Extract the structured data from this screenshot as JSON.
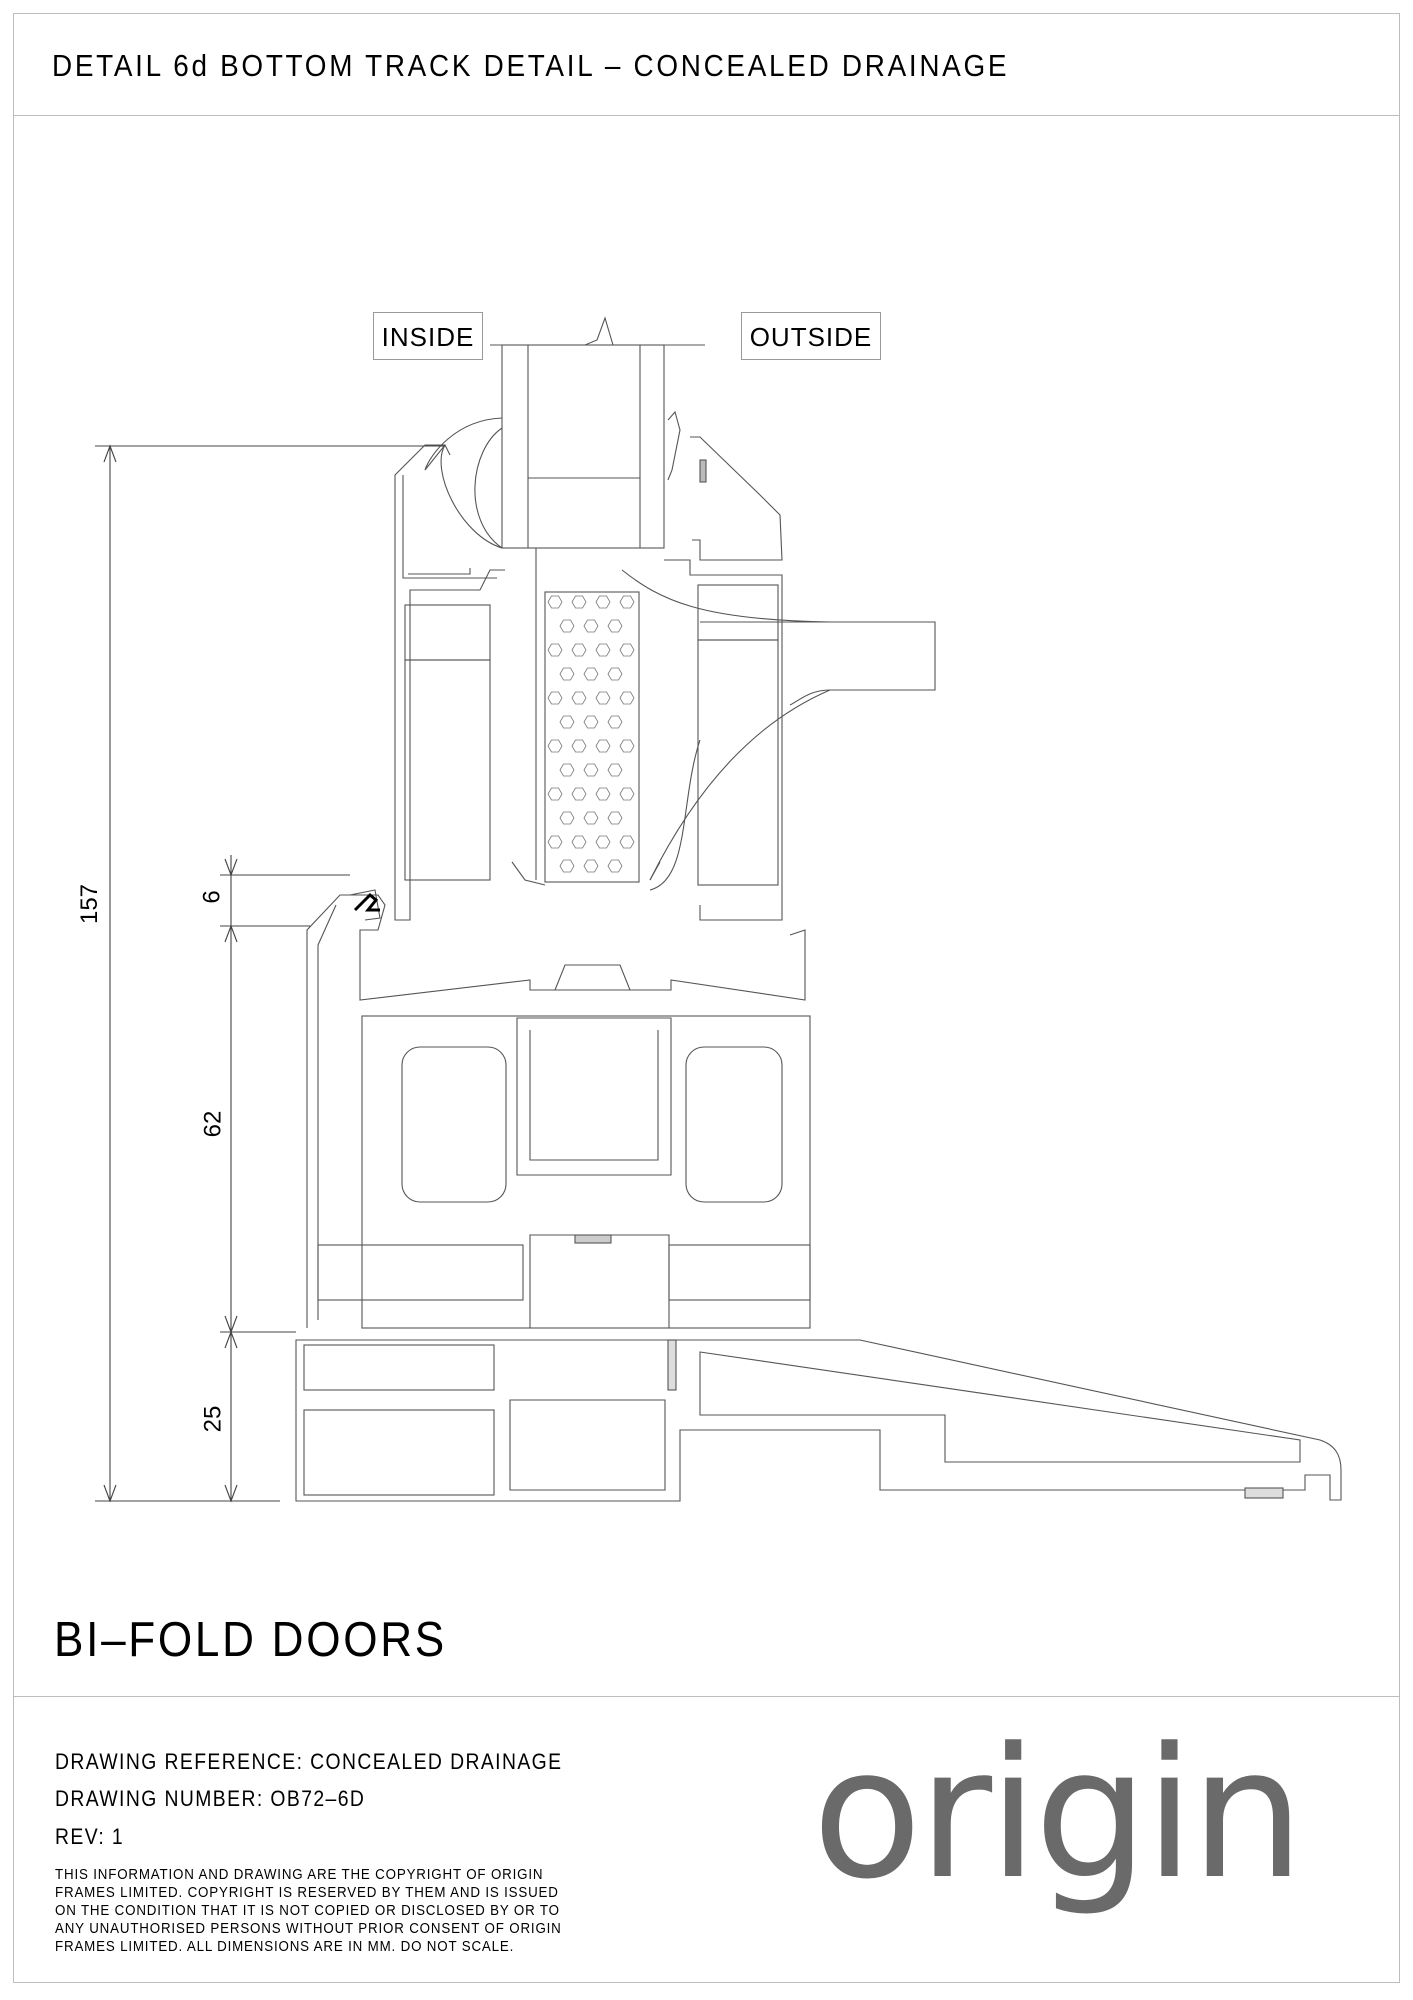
{
  "header": {
    "title": "DETAIL 6d   BOTTOM TRACK DETAIL – CONCEALED DRAINAGE"
  },
  "drawing": {
    "labels": {
      "inside": "INSIDE",
      "outside": "OUTSIDE"
    },
    "dimensions": {
      "overall": "157",
      "gap": "6",
      "track": "62",
      "sill": "25"
    }
  },
  "product": "BI–FOLD DOORS",
  "footer": {
    "reference": "DRAWING REFERENCE: CONCEALED DRAINAGE",
    "number": "DRAWING NUMBER: OB72–6D",
    "rev": "REV: 1",
    "disclaimer": [
      "THIS  INFORMATION  AND  DRAWING  ARE  THE  COPYRIGHT  OF  ORIGIN",
      "FRAMES  LIMITED.  COPYRIGHT  IS  RESERVED  BY  THEM  AND  IS  ISSUED",
      "ON  THE  CONDITION  THAT  IT  IS  NOT  COPIED  OR  DISCLOSED  BY  OR  TO",
      "ANY  UNAUTHORISED  PERSONS  WITHOUT  PRIOR  CONSENT  OF  ORIGIN",
      "FRAMES  LIMITED.  ALL  DIMENSIONS  ARE  IN  MM.  DO  NOT  SCALE."
    ],
    "logo": "origin",
    "logo_color": "#6a6a6a"
  }
}
